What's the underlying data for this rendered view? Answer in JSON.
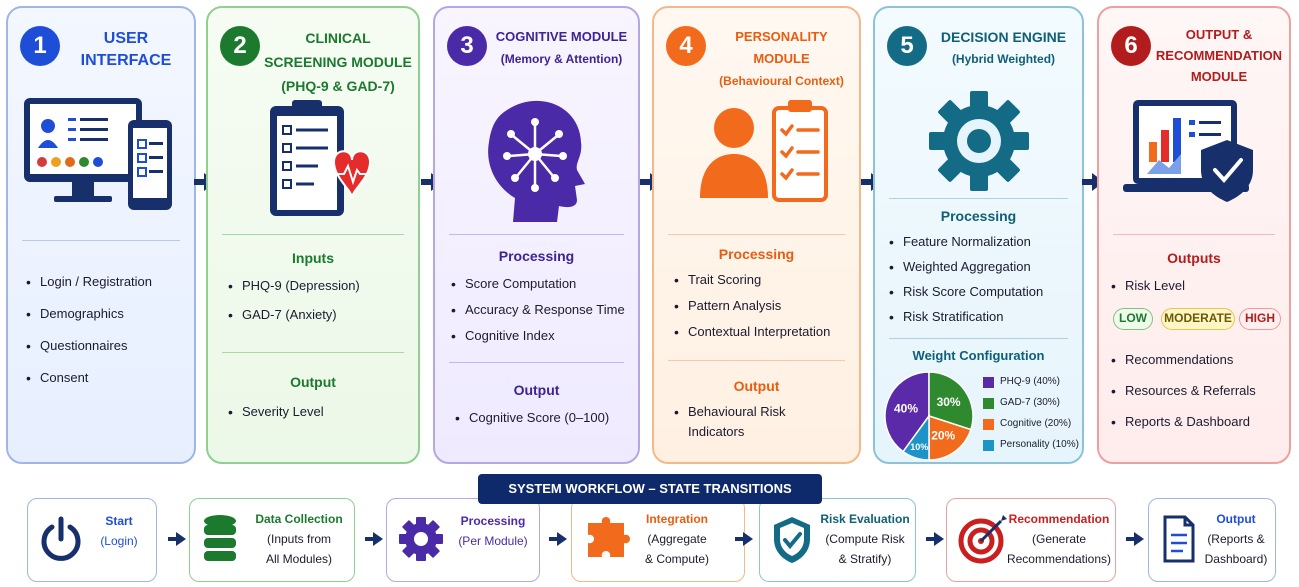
{
  "modules": [
    {
      "number": "1",
      "title": "USER",
      "title2": "INTERFACE",
      "items": [
        "Login / Registration",
        "Demographics",
        "Questionnaires",
        "Consent"
      ]
    },
    {
      "number": "2",
      "title": "CLINICAL SCREENING MODULE",
      "subtitle": "(PHQ-9 & GAD-7)",
      "inputs_head": "Inputs",
      "inputs": [
        "PHQ-9 (Depression)",
        "GAD-7 (Anxiety)"
      ],
      "output_head": "Output",
      "outputs": [
        "Severity Level"
      ]
    },
    {
      "number": "3",
      "title": "COGNITIVE MODULE",
      "subtitle": "(Memory & Attention)",
      "processing_head": "Processing",
      "processing": [
        "Score Computation",
        "Accuracy & Response Time",
        "Cognitive Index"
      ],
      "output_head": "Output",
      "outputs": [
        "Cognitive Score (0–100)"
      ]
    },
    {
      "number": "4",
      "title": "PERSONALITY MODULE",
      "subtitle": "(Behavioural Context)",
      "processing_head": "Processing",
      "processing": [
        "Trait Scoring",
        "Pattern Analysis",
        "Contextual Interpretation"
      ],
      "output_head": "Output",
      "outputs": [
        "Behavioural Risk Indicators"
      ]
    },
    {
      "number": "5",
      "title": "DECISION ENGINE",
      "subtitle": "(Hybrid Weighted)",
      "processing_head": "Processing",
      "processing": [
        "Feature Normalization",
        "Weighted Aggregation",
        "Risk Score Computation",
        "Risk Stratification"
      ],
      "weights_head": "Weight Configuration"
    },
    {
      "number": "6",
      "title": "OUTPUT &",
      "title2": "RECOMMENDATION",
      "title3": "MODULE",
      "outputs_head": "Outputs",
      "risk_label": "Risk Level",
      "risk_levels": [
        "LOW",
        "MODERATE",
        "HIGH"
      ],
      "items": [
        "Recommendations",
        "Resources & Referrals",
        "Reports & Dashboard"
      ]
    }
  ],
  "chart_data": {
    "type": "pie",
    "title": "Weight Configuration",
    "categories": [
      "PHQ-9 (40%)",
      "GAD-7 (30%)",
      "Cognitive (20%)",
      "Personality (10%)"
    ],
    "values": [
      40,
      30,
      20,
      10
    ],
    "data_labels": [
      "40%",
      "30%",
      "20%",
      "10%"
    ],
    "colors": [
      "#5b2aa8",
      "#2f8a2f",
      "#f26a1b",
      "#1d94c8"
    ],
    "legend_position": "right"
  },
  "workflow": {
    "title": "SYSTEM WORKFLOW – STATE TRANSITIONS",
    "steps": [
      {
        "title": "Start",
        "sub": "(Login)",
        "icon": "power-icon"
      },
      {
        "title": "Data Collection",
        "sub": "(Inputs from All Modules)",
        "sub1": "(Inputs from",
        "sub2": "All Modules)",
        "icon": "database-icon"
      },
      {
        "title": "Processing",
        "sub": "(Per Module)",
        "icon": "gear-icon"
      },
      {
        "title": "Integration",
        "sub": "(Aggregate & Compute)",
        "sub1": "(Aggregate",
        "sub2": "& Compute)",
        "icon": "puzzle-icon"
      },
      {
        "title": "Risk Evaluation",
        "sub": "(Compute Risk & Stratify)",
        "sub1": "(Compute Risk",
        "sub2": "& Stratify)",
        "icon": "shield-check-icon"
      },
      {
        "title": "Recommendation",
        "sub": "(Generate Recommendations)",
        "sub1": "(Generate",
        "sub2": "Recommendations)",
        "icon": "target-icon"
      },
      {
        "title": "Output",
        "sub": "(Reports & Dashboard)",
        "sub1": "(Reports &",
        "sub2": "Dashboard)",
        "icon": "document-icon"
      }
    ]
  },
  "colors": {
    "ui_blue": "#1e4ed8",
    "clinical_green": "#1b7a2e",
    "cognitive_purple": "#4b2aa8",
    "personality_orange": "#f26a1b",
    "decision_teal": "#136b86",
    "output_red": "#b31c1c",
    "workflow_navy": "#0f2a6b"
  }
}
